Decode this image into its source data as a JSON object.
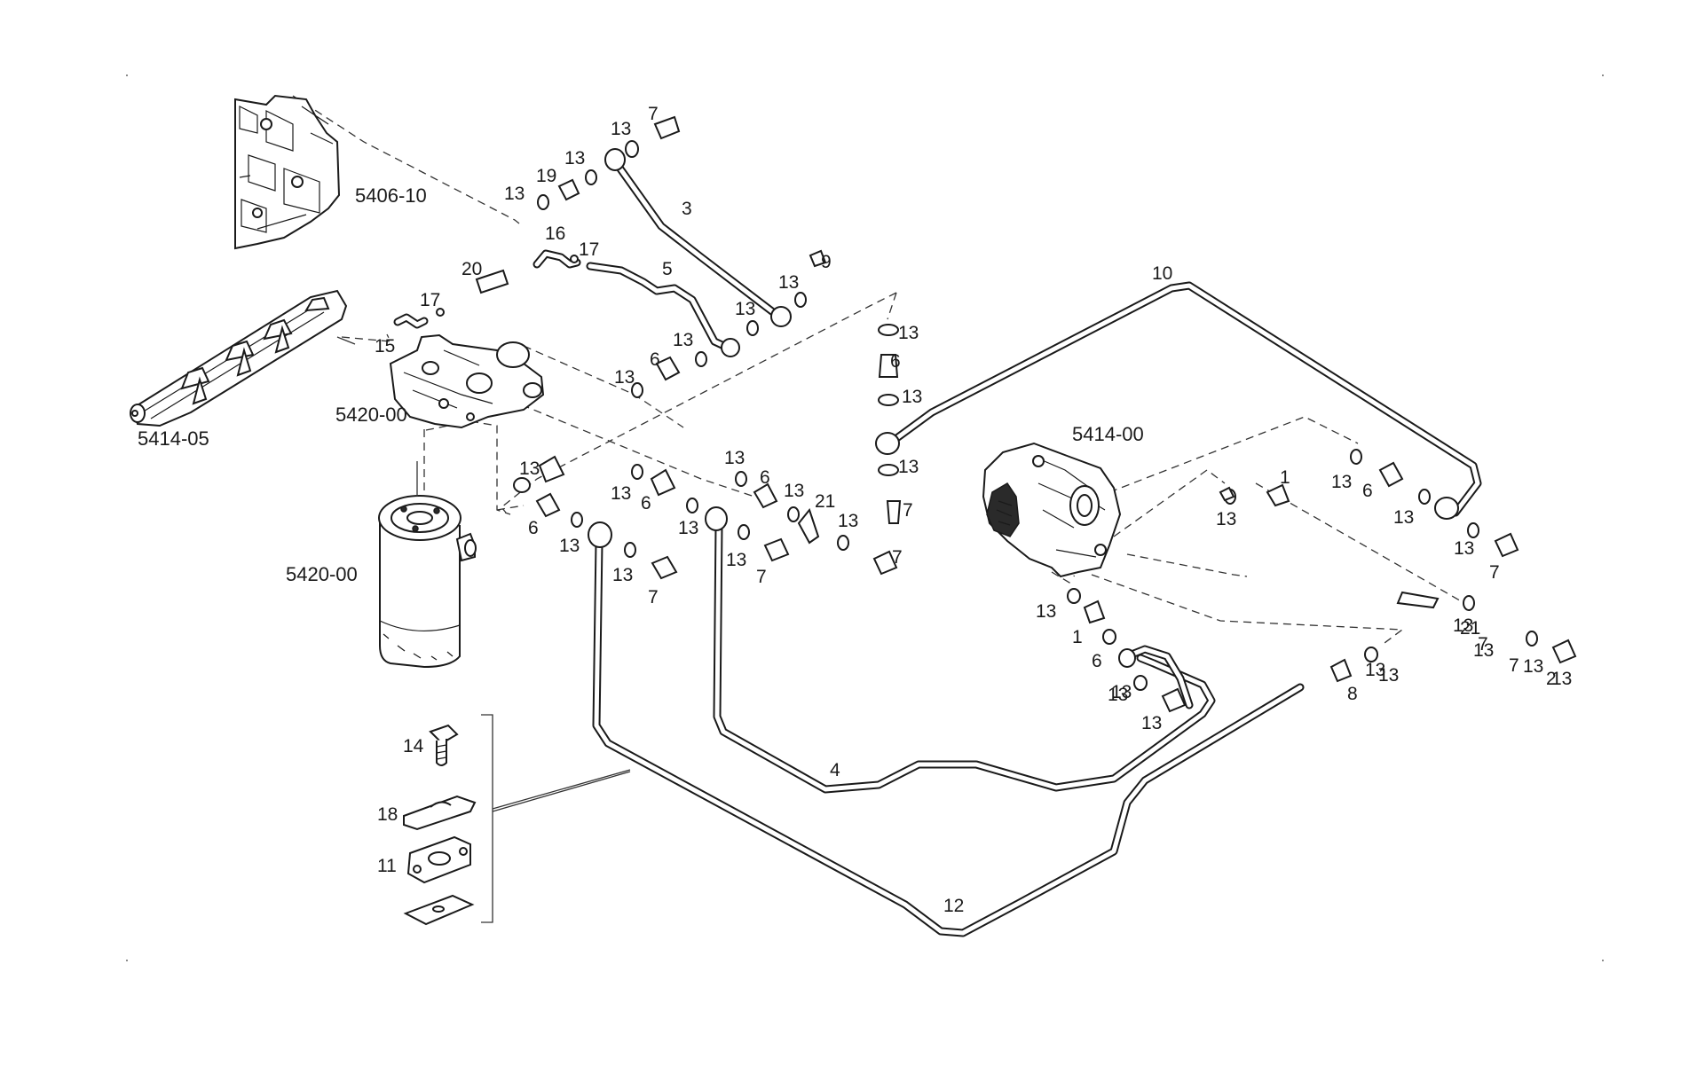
{
  "groups": {
    "g_5406_10": "5406-10",
    "g_5414_05": "5414-05",
    "g_5420_00_a": "5420-00",
    "g_5420_00_b": "5420-00",
    "g_5414_00": "5414-00"
  },
  "callouts": [
    "13",
    "7",
    "13",
    "19",
    "13",
    "3",
    "16",
    "17",
    "20",
    "5",
    "13",
    "9",
    "17",
    "13",
    "15",
    "13",
    "6",
    "13",
    "13",
    "13",
    "6",
    "13",
    "13",
    "6",
    "13",
    "13",
    "6",
    "21",
    "6",
    "13",
    "13",
    "13",
    "7",
    "13",
    "7",
    "7",
    "13",
    "7",
    "10",
    "13",
    "13",
    "6",
    "13",
    "13",
    "13",
    "13",
    "1",
    "13",
    "6",
    "13",
    "13",
    "7",
    "13",
    "1",
    "13",
    "13",
    "7",
    "8",
    "13",
    "13",
    "21",
    "13",
    "7",
    "2",
    "4",
    "12",
    "14",
    "18",
    "11"
  ]
}
